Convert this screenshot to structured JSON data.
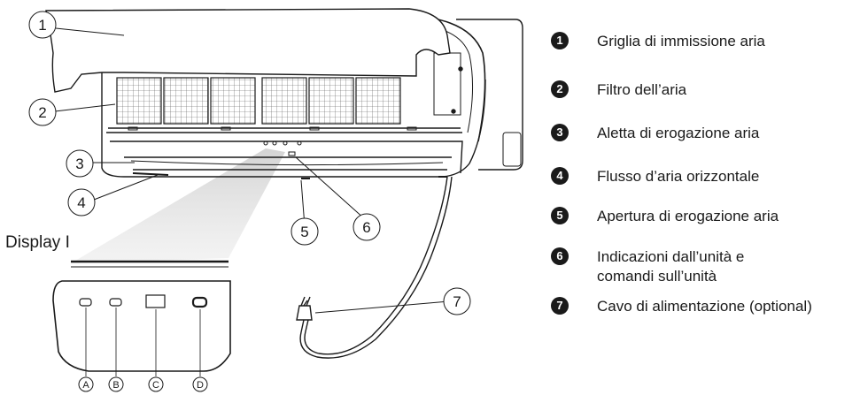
{
  "callouts": [
    "1",
    "2",
    "3",
    "4",
    "5",
    "6",
    "7"
  ],
  "display": {
    "title": "Display I",
    "indicators": [
      "A",
      "B",
      "C",
      "D"
    ]
  },
  "legend": [
    {
      "num": "1",
      "text": "Griglia di immissione aria"
    },
    {
      "num": "2",
      "text": "Filtro dell’aria"
    },
    {
      "num": "3",
      "text": "Aletta di erogazione aria"
    },
    {
      "num": "4",
      "text": "Flusso d’aria orizzontale"
    },
    {
      "num": "5",
      "text": "Apertura di erogazione aria"
    },
    {
      "num": "6",
      "text": "Indicazioni dall’unità e\ncomandi sull’unità"
    },
    {
      "num": "7",
      "text": "Cavo di alimentazione (optional)"
    }
  ]
}
